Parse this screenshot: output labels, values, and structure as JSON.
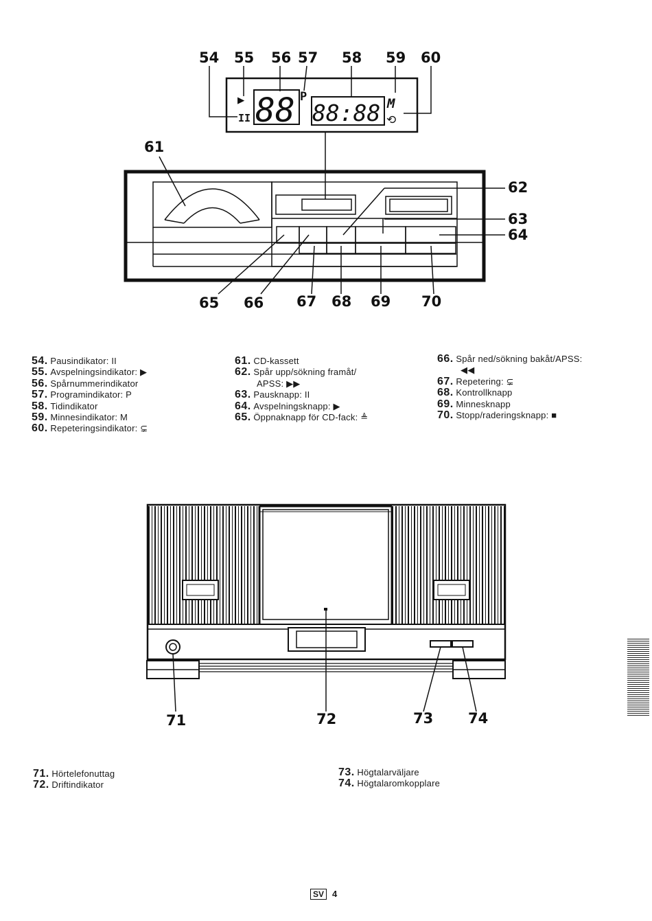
{
  "figure_top": {
    "lcd": {
      "play_symbol": "▶",
      "pause_symbol": "II",
      "track_digits": "88",
      "program_letter": "P",
      "time_digits": "88:88",
      "memory_letter": "M",
      "repeat_symbol": "⟲"
    },
    "callouts": [
      "54",
      "55",
      "56",
      "57",
      "58",
      "59",
      "60",
      "61",
      "62",
      "63",
      "64",
      "65",
      "66",
      "67",
      "68",
      "69",
      "70"
    ]
  },
  "legend_top": {
    "col1": [
      {
        "num": "54.",
        "text": "Pausindikator: II"
      },
      {
        "num": "55.",
        "text": "Avspelningsindikator: ▶"
      },
      {
        "num": "56.",
        "text": "Spårnummerindikator"
      },
      {
        "num": "57.",
        "text": "Programindikator: P"
      },
      {
        "num": "58.",
        "text": "Tidindikator"
      },
      {
        "num": "59.",
        "text": "Minnesindikator: M"
      },
      {
        "num": "60.",
        "text": "Repeteringsindikator: ⊊"
      }
    ],
    "col2": [
      {
        "num": "61.",
        "text": "CD-kassett"
      },
      {
        "num": "62.",
        "text": "Spår upp/sökning framåt/"
      },
      {
        "num": "",
        "text": "APSS: ▶▶"
      },
      {
        "num": "63.",
        "text": "Pausknapp: II"
      },
      {
        "num": "64.",
        "text": "Avspelningsknapp: ▶"
      },
      {
        "num": "65.",
        "text": "Öppnaknapp för CD-fack: ≜"
      }
    ],
    "col3": [
      {
        "num": "66.",
        "text": "Spår ned/sökning bakåt/APSS:"
      },
      {
        "num": "",
        "text": "◀◀"
      },
      {
        "num": "67.",
        "text": "Repetering: ⊊"
      },
      {
        "num": "68.",
        "text": "Kontrollknapp"
      },
      {
        "num": "69.",
        "text": "Minnesknapp"
      },
      {
        "num": "70.",
        "text": "Stopp/raderingsknapp: ■"
      }
    ]
  },
  "figure_bottom": {
    "callouts": [
      "71",
      "72",
      "73",
      "74"
    ]
  },
  "legend_bottom": {
    "col1": [
      {
        "num": "71.",
        "text": "Hörtelefonuttag"
      },
      {
        "num": "72.",
        "text": "Driftindikator"
      }
    ],
    "col2": [
      {
        "num": "73.",
        "text": "Högtalarväljare"
      },
      {
        "num": "74.",
        "text": "Högtalaromkopplare"
      }
    ]
  },
  "footer": {
    "lang": "SV",
    "page": "4"
  }
}
